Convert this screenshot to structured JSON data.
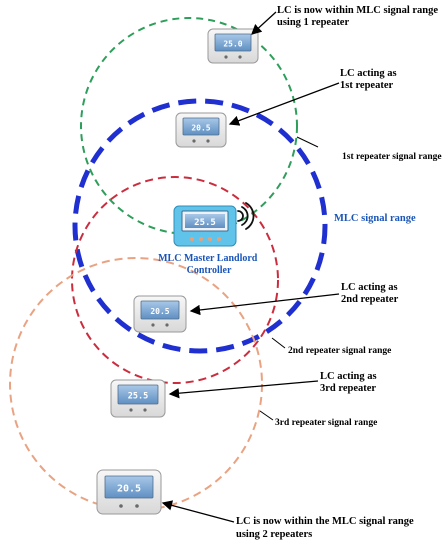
{
  "colors": {
    "range_1st_repeater": "#2e9e5b",
    "range_mlc": "#1f2fd0",
    "range_2nd_repeater": "#cc2d3e",
    "range_3rd_repeater": "#e9a383",
    "mlc_body": "#5fc3ea",
    "label_blue": "#1a55b8"
  },
  "labels": {
    "top_line1": "LC is now within MLC signal range",
    "top_line2": "using 1 repeater",
    "first_line1": "LC acting as",
    "first_line2": "1st repeater",
    "first_range": "1st repeater signal range",
    "mlc_range": "MLC signal range",
    "mlc_line1": "MLC Master Landlord",
    "mlc_line2": "Controller",
    "second_line1": "LC acting as",
    "second_line2": "2nd repeater",
    "second_range": "2nd repeater signal range",
    "third_line1": "LC acting as",
    "third_line2": "3rd repeater",
    "third_range": "3rd repeater signal range",
    "bottom_line1": "LC is now within the MLC signal range",
    "bottom_line2": "using 2 repeaters"
  },
  "devices": [
    {
      "role": "landlord-controller",
      "display": "25.0"
    },
    {
      "role": "1st-repeater",
      "display": "20.5"
    },
    {
      "role": "mlc",
      "display": "25.5"
    },
    {
      "role": "2nd-repeater",
      "display": "20.5"
    },
    {
      "role": "3rd-repeater",
      "display": "25.5"
    },
    {
      "role": "landlord-controller-bottom",
      "display": "20.5"
    }
  ]
}
